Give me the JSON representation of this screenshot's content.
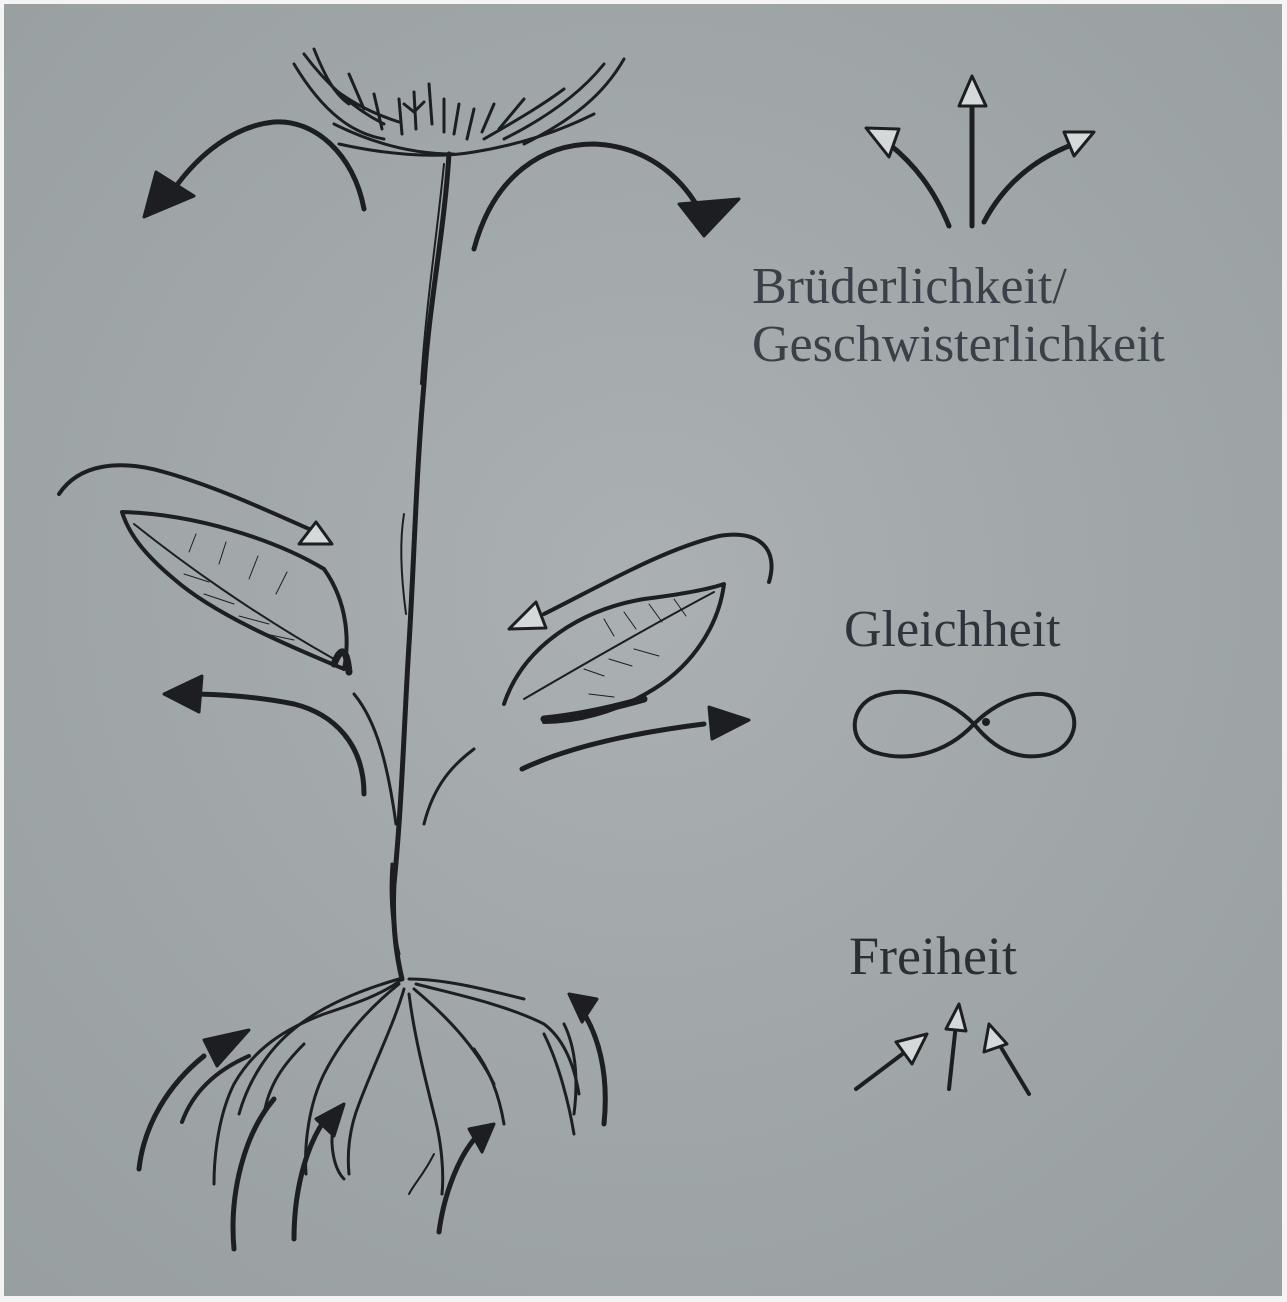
{
  "labels": {
    "top_line1": "Brüderlichkeit/",
    "top_line2": "Geschwisterlichkeit",
    "middle": "Gleichheit",
    "bottom": "Freiheit"
  },
  "icons": {
    "top": "three-diverging-arrows-icon",
    "middle": "infinity-icon",
    "bottom": "three-converging-arrows-icon"
  },
  "colors": {
    "paper": "#a3a9ab",
    "ink": "#1c1e21",
    "text": "#3a4048"
  }
}
